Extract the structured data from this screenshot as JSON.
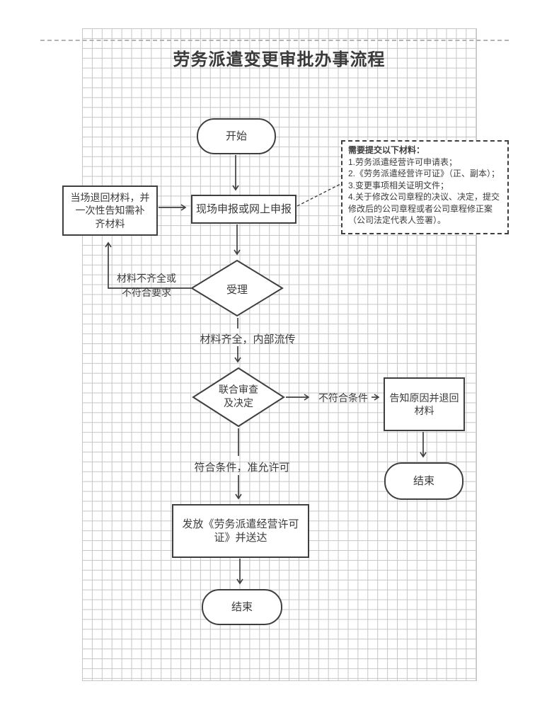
{
  "page": {
    "title": "劳务派遣变更审批办事流程"
  },
  "colors": {
    "stroke": "#3f3f3f",
    "grid_line": "#c6c6c6",
    "page_break_line": "#b3b3b3",
    "shape_fill": "#ffffff"
  },
  "flowchart": {
    "nodes": {
      "start": {
        "type": "terminator",
        "label": "开始"
      },
      "apply": {
        "type": "process",
        "label": "现场申报或网上申报"
      },
      "return_materials": {
        "type": "process",
        "label": "当场退回材料，并\n一次性告知需补\n齐材料"
      },
      "accept": {
        "type": "decision",
        "label": "受理"
      },
      "joint_review": {
        "type": "decision",
        "label": "联合审查\n及决定"
      },
      "notify_return": {
        "type": "process",
        "label": "告知原因并退回\n材料"
      },
      "end_right": {
        "type": "terminator",
        "label": "结束"
      },
      "issue_license": {
        "type": "process",
        "label": "发放《劳务派遣经营许可\n证》并送达"
      },
      "end_bottom": {
        "type": "terminator",
        "label": "结束"
      }
    },
    "edge_labels": {
      "incomplete": "材料不齐全或\n不符合要求",
      "complete": "材料齐全，内部流传",
      "not_qualified": "不符合条件",
      "qualified": "符合条件，准允许可"
    },
    "note": {
      "lines": [
        "需要提交以下材料：",
        "1.劳务派遣经营许可申请表；",
        "2.《劳务派遣经营许可证》（正、副本）；",
        "3.变更事项相关证明文件；",
        "4.关于修改公司章程的决议、决定，提交",
        "修改后的公司章程或者公司章程修正案",
        "（公司法定代表人签署）。"
      ]
    }
  }
}
